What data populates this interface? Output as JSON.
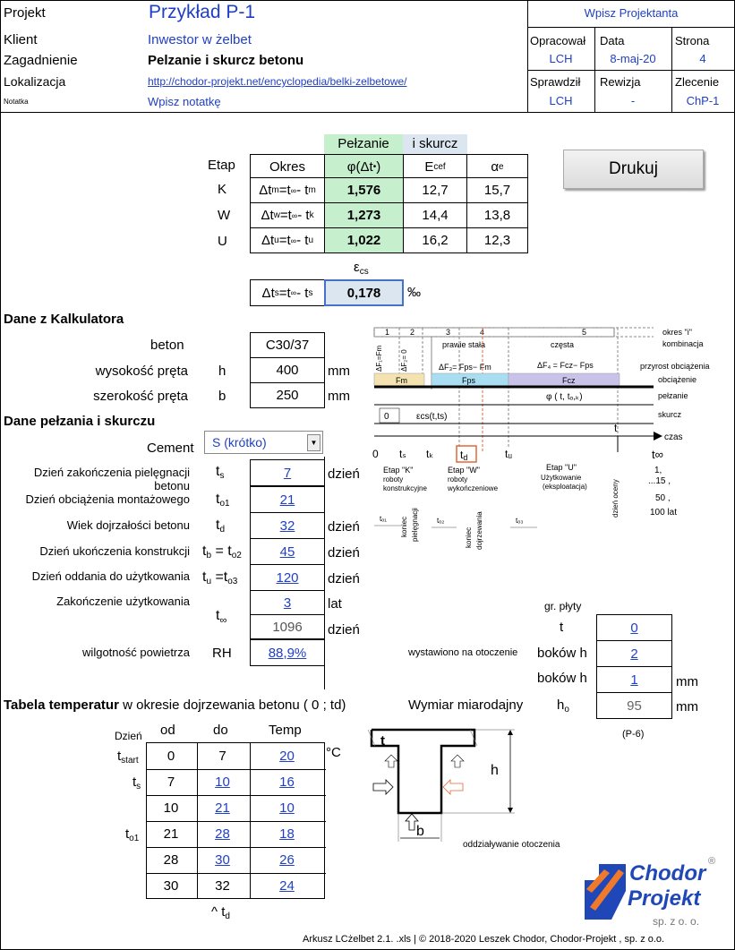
{
  "header": {
    "projekt_label": "Projekt",
    "projekt_value": "Przykład P-1",
    "klient_label": "Klient",
    "klient_value": "Inwestor w żelbet",
    "zagadnienie_label": "Zagadnienie",
    "zagadnienie_value": "Pelzanie i skurcz betonu",
    "lokalizacja_label": "Lokalizacja",
    "lokalizacja_value": "http://chodor-projekt.net/encyclopedia/belki-zelbetowe/",
    "notatka_label": "Notatka",
    "notatka_value": "Wpisz notatkę",
    "projektant": "Wpisz Projektanta",
    "opracowal_label": "Opracował",
    "opracowal_value": "LCH",
    "data_label": "Data",
    "data_value": "8-maj-20",
    "strona_label": "Strona",
    "strona_value": "4",
    "sprawdzil_label": "Sprawdził",
    "sprawdzil_value": "LCH",
    "rewizja_label": "Rewizja",
    "rewizja_value": "-",
    "zlecenie_label": "Zlecenie",
    "zlecenie_value": "ChP-1"
  },
  "creep_table": {
    "pelzanie_label": "Pełzanie",
    "skurcz_label": "i skurcz",
    "etap_label": "Etap",
    "okres_label": "Okres",
    "phi_label": "φ(Δt.)",
    "ecef_label": "Ecef",
    "alpha_label": "αe",
    "rows": [
      {
        "etap": "K",
        "okres": "Δtm=t∞ - tm",
        "phi": "1,576",
        "ecef": "12,7",
        "alpha": "15,7"
      },
      {
        "etap": "W",
        "okres": "Δtw=t∞ - tk",
        "phi": "1,273",
        "ecef": "14,4",
        "alpha": "13,8"
      },
      {
        "etap": "U",
        "okres": "Δtu=t∞ - tu",
        "phi": "1,022",
        "ecef": "16,2",
        "alpha": "12,3"
      }
    ],
    "ecs_label": "εcs",
    "shrink_okres": "Δts=t∞ - ts",
    "shrink_value": "0,178",
    "shrink_unit": "‰"
  },
  "print_button": "Drukuj",
  "kalkulator": {
    "title": "Dane z Kalkulatora",
    "beton_label": "beton",
    "beton_value": "C30/37",
    "h_label": "wysokość pręta",
    "h_sym": "h",
    "h_value": "400",
    "h_unit": "mm",
    "b_label": "szerokość pręta",
    "b_sym": "b",
    "b_value": "250",
    "b_unit": "mm"
  },
  "pelzanie": {
    "title": "Dane pełzania i skurczu",
    "cement_label": "Cement",
    "cement_value": "S (krótko)",
    "rows": [
      {
        "label": "Dzień zakończenia pielęgnacji betonu",
        "sym": "ts",
        "value": "7",
        "unit": "dzień"
      },
      {
        "label": "Dzień obciążenia  montażowego",
        "sym": "to1",
        "value": "21",
        "unit": ""
      },
      {
        "label": "Wiek dojrzałości betonu",
        "sym": "td",
        "value": "32",
        "unit": "dzień"
      },
      {
        "label": "Dzień ukończenia konstrukcji",
        "sym": "tb = to2",
        "value": "45",
        "unit": "dzień"
      },
      {
        "label": "Dzień oddania do użytkowania",
        "sym": "tu =to3",
        "value": "120",
        "unit": "dzień"
      }
    ],
    "zakonczenie_label": "Zakończenie  użytkowania",
    "zakonczenie_sym": "t∞",
    "zakonczenie_value": "3",
    "zakonczenie_unit": "lat",
    "zakonczenie_days": "1096",
    "zakonczenie_days_unit": "dzień",
    "rh_label": "wilgotność powietrza",
    "rh_sym": "RH",
    "rh_value": "88,9%"
  },
  "plyta": {
    "gr_label": "gr. płyty",
    "t_label": "t",
    "t_value": "0",
    "otoczenie_label": "wystawiono na otoczenie",
    "bokow_h_label": "boków h",
    "bokow_h_value": "2",
    "bokow_h2_label": "boków h",
    "bokow_h2_value": "1",
    "mm1": "mm",
    "wymiar_label": "Wymiar miarodajny",
    "ho_sym": "ho",
    "ho_value": "95",
    "mm2": "mm",
    "p6": "(P-6)"
  },
  "temperatury": {
    "title": "Tabela temperatur",
    "subtitle": "w okresie dojrzewania betonu ( 0 ; td)",
    "dzien_label": "Dzień",
    "od_label": "od",
    "do_label": "do",
    "temp_label": "Temp",
    "unit": "°C",
    "rows": [
      {
        "tag": "tstart",
        "od": "0",
        "do": "7",
        "temp": "20"
      },
      {
        "tag": "ts",
        "od": "7",
        "do": "10",
        "temp": "16"
      },
      {
        "tag": "",
        "od": "10",
        "do": "21",
        "temp": "10"
      },
      {
        "tag": "to1",
        "od": "21",
        "do": "28",
        "temp": "18"
      },
      {
        "tag": "",
        "od": "28",
        "do": "30",
        "temp": "26"
      },
      {
        "tag": "",
        "od": "30",
        "do": "32",
        "temp": "24"
      }
    ],
    "footer": "^ td"
  },
  "diagram": {
    "okres_label": "okres \"i\"",
    "kombinacja": "kombinacja",
    "przyrost": "przyrost obciążenia",
    "obciazenie": "obciążenie",
    "pelzanie": "pełzanie",
    "skurcz": "skurcz",
    "czas": "czas",
    "prawie_stala": "prawie stała",
    "czesta": "częsta",
    "etap_k": "Etap \"K\"",
    "etap_k_sub": "roboty konstrukcyjne",
    "etap_w": "Etap \"W\"",
    "etap_w_sub": "roboty wykończeniowe",
    "etap_u": "Etap \"U\"",
    "etap_u_sub": "Użytkowanie (eksploatacja)",
    "years": "1, ...15 , 50 , 100 lat",
    "dzien_oceny": "dzień oceny",
    "oddzialywanie": "oddziaływanie otoczenia"
  },
  "logo": {
    "line1": "Chodor",
    "line2": "Projekt",
    "line3": "sp. z o. o."
  },
  "footer": "Arkusz  LCżelbet 2.1. .xls | © 2018-2020  Leszek Chodor, Chodor-Projekt , sp. z o.o."
}
